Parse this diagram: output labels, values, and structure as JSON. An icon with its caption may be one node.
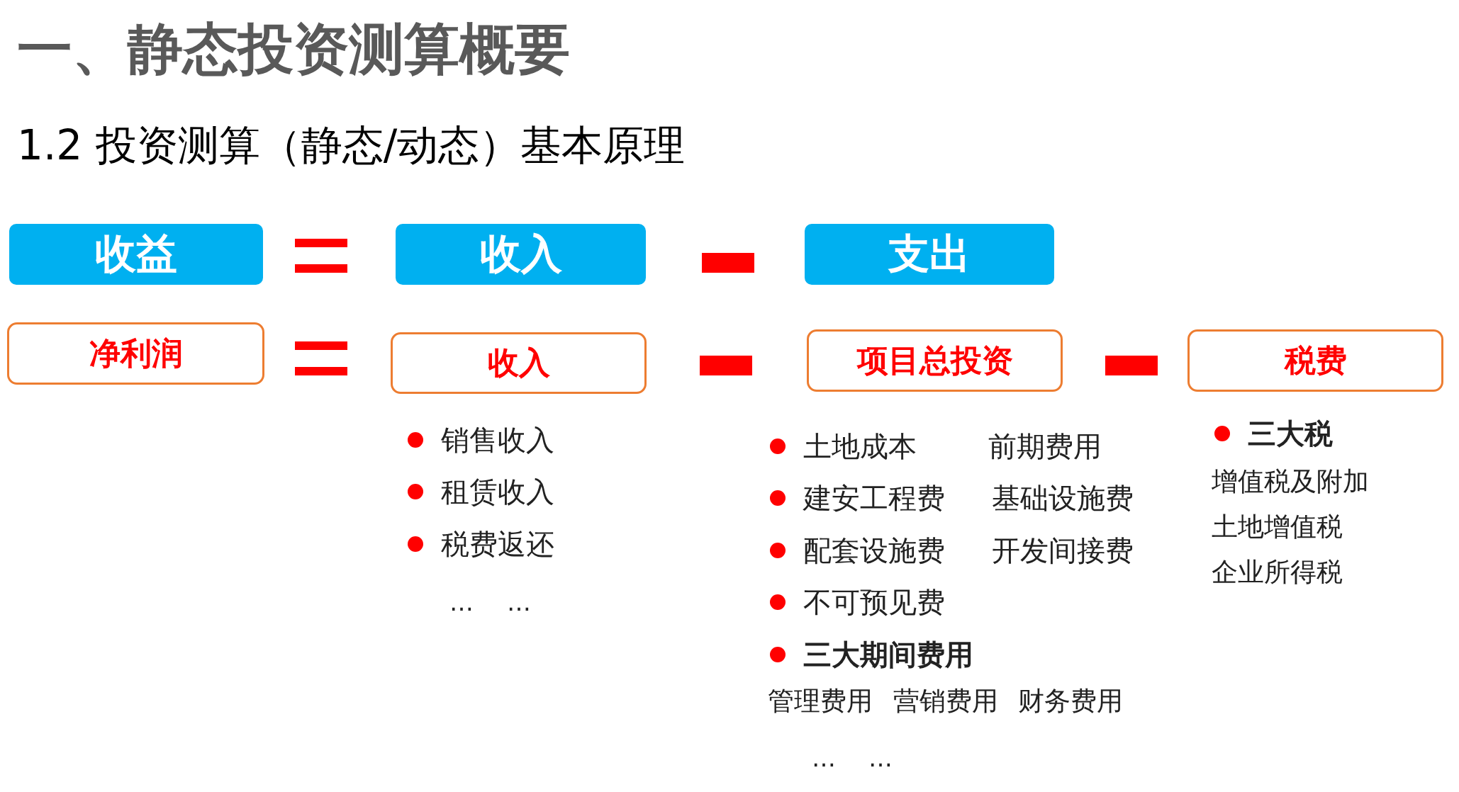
{
  "diagram": {
    "title": "一、静态投资测算概要",
    "nodes": [
      {
        "text": [
          "收益"
        ]
      },
      {
        "text": [
          "收入"
        ]
      },
      {
        "text": [],
        "shape": "bar"
      },
      {
        "text": [
          "支出"
        ]
      },
      {
        "text": [
          "净利润"
        ]
      },
      {
        "text": [
          "收入"
        ]
      },
      {
        "text": [],
        "shape": "bar"
      },
      {
        "text": [
          "项目总投资"
        ]
      },
      {
        "text": [],
        "shape": "bar"
      },
      {
        "text": [
          "税费"
        ]
      }
    ],
    "labels": [
      "1.2 投资测算（静态/动态）基本原理",
      "销售收入",
      "租赁收入",
      "税费返还",
      "…",
      "…",
      "土地成本",
      "前期费用",
      "建安工程费",
      "基础设施费",
      "配套设施费",
      "开发间接费",
      "不可预见费",
      "三大期间费用",
      "管理费用",
      "营销费用",
      "财务费用",
      "…",
      "…",
      "三大税",
      "增值税及附加",
      "土地增值税",
      "企业所得税"
    ]
  }
}
